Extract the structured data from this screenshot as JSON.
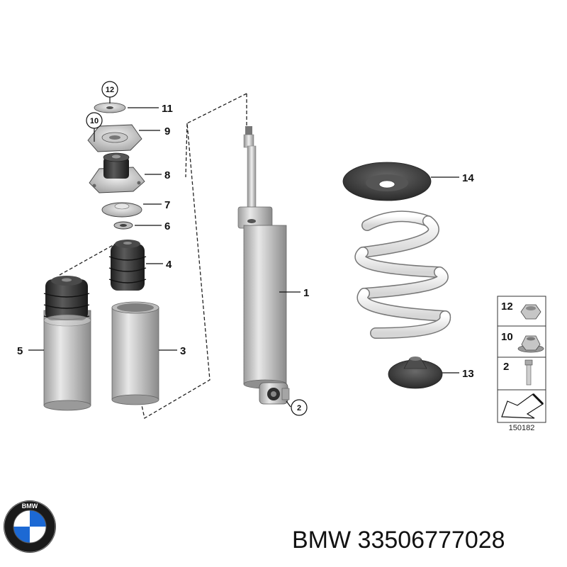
{
  "diagram": {
    "callouts": {
      "c1": "1",
      "c2": "2",
      "c3": "3",
      "c4": "4",
      "c5": "5",
      "c6": "6",
      "c7": "7",
      "c8": "8",
      "c9": "9",
      "c10": "10",
      "c11": "11",
      "c12": "12",
      "c13": "13",
      "c14": "14"
    },
    "legend": {
      "row1": "12",
      "row2": "10",
      "row3": "2"
    },
    "drawing_number": "150182"
  },
  "footer": {
    "brand": "BMW",
    "part_number": "33506777028",
    "logo_letters": "BMW"
  },
  "colors": {
    "metal_light": "#d9d9d9",
    "metal_mid": "#b5b5b5",
    "rubber_dark": "#3a3a3a",
    "spring": "#f2f2f2",
    "bmw_blue": "#1c69d4"
  }
}
